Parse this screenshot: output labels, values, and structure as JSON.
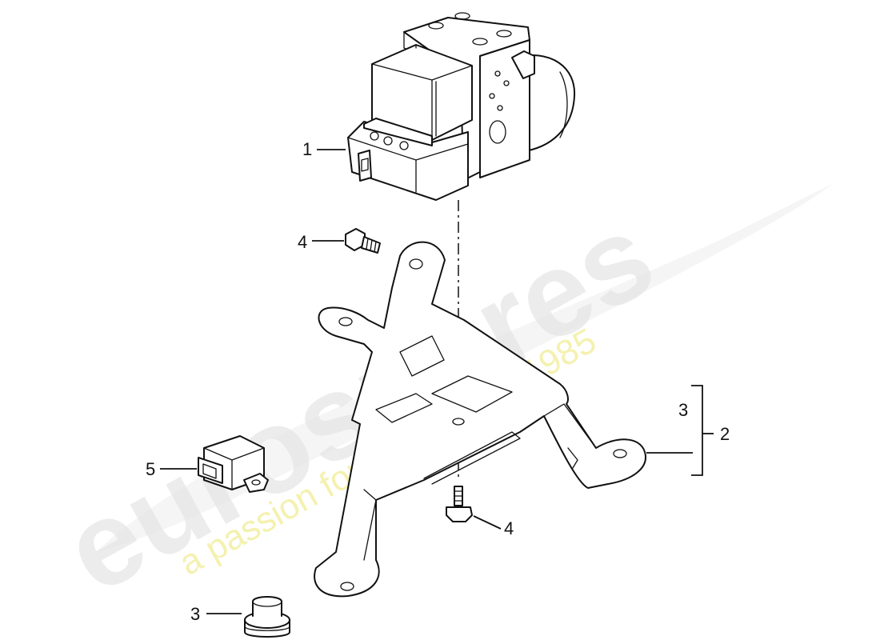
{
  "watermark": {
    "brand": "eurospares",
    "tagline": "a passion for parts since 1985",
    "brand_color": "#e3e3e3",
    "tagline_color": "#f2efa0"
  },
  "callouts": {
    "c1": "1",
    "c4_top": "4",
    "c5": "5",
    "c3_bottom": "3",
    "c3_group": "3",
    "c2_group": "2",
    "c4_bottom": "4"
  }
}
